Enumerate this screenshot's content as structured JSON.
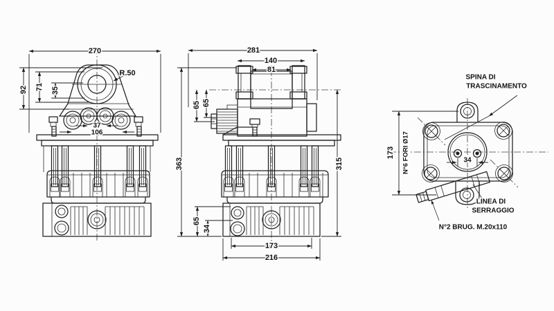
{
  "views": {
    "front": {
      "dims": {
        "width": "270",
        "h_outer": "92",
        "h_mid": "71",
        "h_inner": "35",
        "pitch_inner": "37",
        "pitch_outer": "106"
      },
      "labels": {
        "radius": "R.50"
      }
    },
    "side": {
      "dims": {
        "depth_total": "281",
        "depth_upper": "140",
        "depth_eye": "81",
        "port_a": "65",
        "port_b": "65",
        "height_total": "363",
        "height_body": "315",
        "base_port_a": "65",
        "base_port_b": "34",
        "base_pitch": "173",
        "base_width": "216"
      }
    },
    "flange": {
      "dims": {
        "bolt_pitch": "173",
        "pin_spacing": "34"
      },
      "labels": {
        "pin_line1": "SPINA DI",
        "pin_line2": "TRASCINAMENTO",
        "holes": "N°6 FORI Ø17",
        "clamp_line1": "LINEA DI",
        "clamp_line2": "SERRAGGIO",
        "screws": "N°2 BRUG. M.20x110"
      }
    }
  }
}
